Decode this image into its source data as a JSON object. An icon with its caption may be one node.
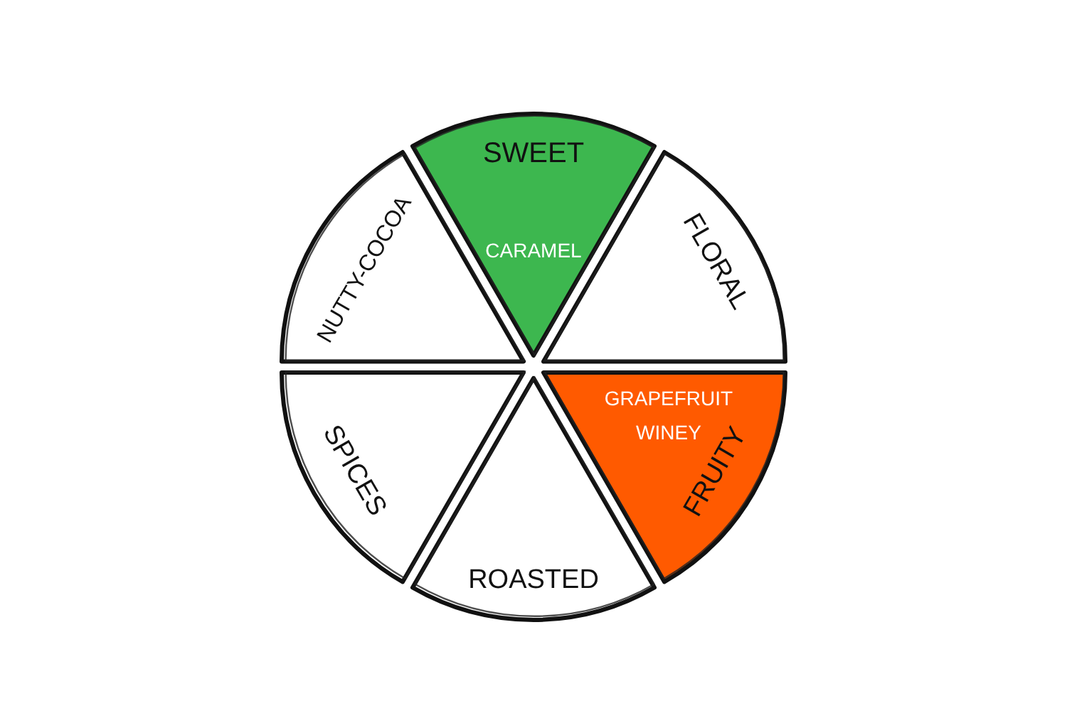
{
  "diagram": {
    "nodes": [
      {
        "text": [
          "SWEET",
          "CARAMEL"
        ]
      },
      {
        "text": [
          "FLORAL"
        ]
      },
      {
        "text": [
          "FRUITY",
          "GRAPEFRUIT",
          "WINEY"
        ]
      },
      {
        "text": [
          "ROASTED"
        ]
      },
      {
        "text": [
          "SPICES"
        ]
      },
      {
        "text": [
          "NUTTY-COCOA"
        ]
      }
    ]
  }
}
